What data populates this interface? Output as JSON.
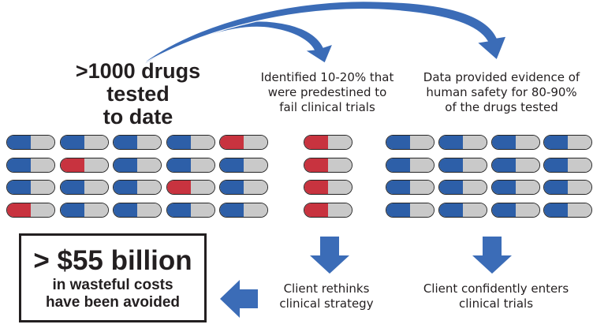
{
  "headline": {
    "lines": [
      ">1000 drugs",
      "tested",
      "to date"
    ]
  },
  "middle_caption": {
    "lines": [
      "Identified 10-20% that",
      "were predestined to",
      "fail clinical trials"
    ]
  },
  "right_caption": {
    "lines": [
      "Data provided evidence of",
      "human safety for 80-90%",
      "of the drugs tested"
    ]
  },
  "bottom_middle_caption": {
    "lines": [
      "Client rethinks",
      "clinical strategy"
    ]
  },
  "bottom_right_caption": {
    "lines": [
      "Client confidently enters",
      "clinical trials"
    ]
  },
  "savings_box": {
    "amount": "> $55 billion",
    "line1": "in wasteful costs",
    "line2": "have been avoided"
  },
  "colors": {
    "blue": "#2d5fa8",
    "red": "#c8333f",
    "grey": "#c9c9c9",
    "arrow": "#3b6cb7"
  },
  "pill_groups": {
    "tested": [
      [
        "blue",
        "blue",
        "blue",
        "blue",
        "red"
      ],
      [
        "blue",
        "red",
        "blue",
        "blue",
        "blue"
      ],
      [
        "blue",
        "blue",
        "blue",
        "red",
        "blue"
      ],
      [
        "red",
        "blue",
        "blue",
        "blue",
        "blue"
      ]
    ],
    "failing": [
      [
        "red"
      ],
      [
        "red"
      ],
      [
        "red"
      ],
      [
        "red"
      ]
    ],
    "safe": [
      [
        "blue",
        "blue",
        "blue",
        "blue"
      ],
      [
        "blue",
        "blue",
        "blue",
        "blue"
      ],
      [
        "blue",
        "blue",
        "blue",
        "blue"
      ],
      [
        "blue",
        "blue",
        "blue",
        "blue"
      ]
    ]
  }
}
